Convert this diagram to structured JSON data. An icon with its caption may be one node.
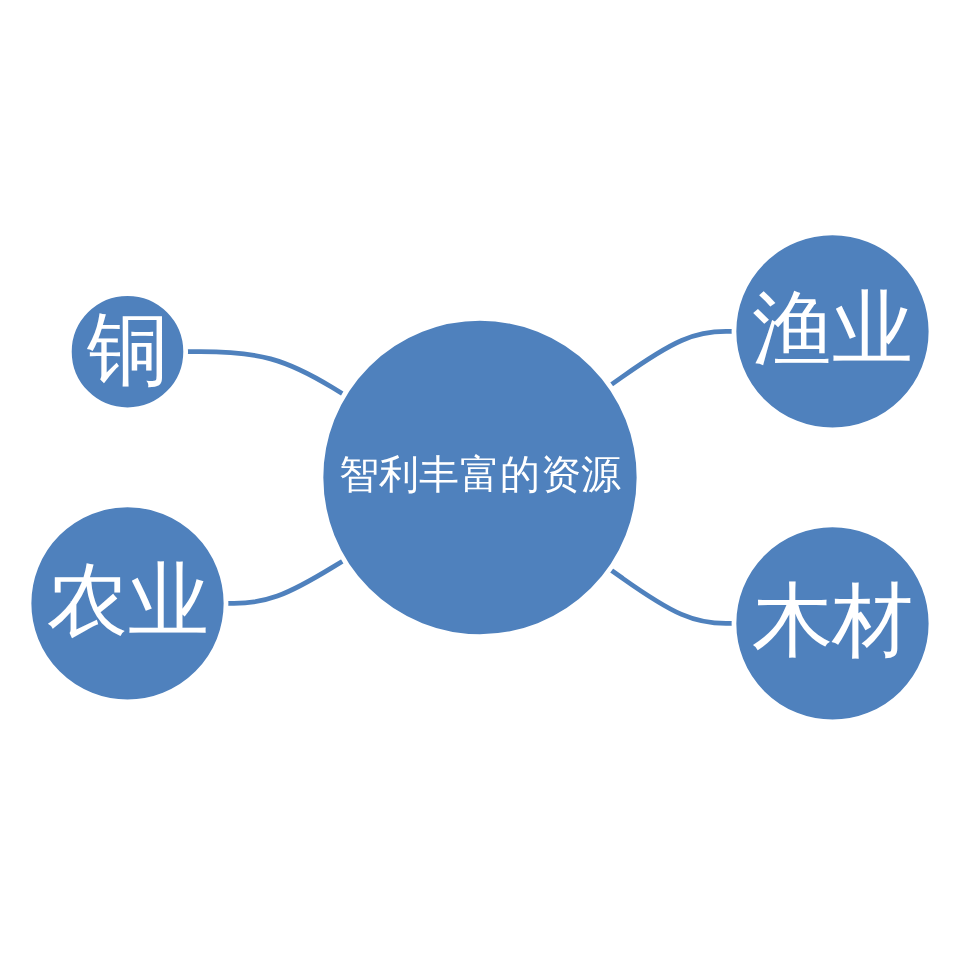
{
  "diagram": {
    "nodes": [
      {
        "text": [
          "铜"
        ]
      },
      {
        "text": [
          "农业"
        ]
      },
      {
        "text": [
          "智利丰富的资源"
        ]
      },
      {
        "text": [
          "渔业"
        ]
      },
      {
        "text": [
          "木材"
        ]
      }
    ],
    "edges": [
      {
        "from": 0,
        "to": 2,
        "arrow": "none"
      },
      {
        "from": 1,
        "to": 2,
        "arrow": "none"
      },
      {
        "from": 2,
        "to": 3,
        "arrow": "none"
      },
      {
        "from": 2,
        "to": 4,
        "arrow": "none"
      }
    ]
  }
}
